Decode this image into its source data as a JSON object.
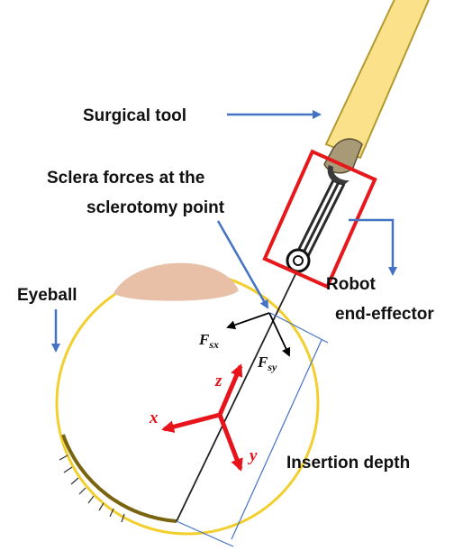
{
  "labels": {
    "surgical_tool": "Surgical tool",
    "sclera_forces_line1": "Sclera forces at the",
    "sclera_forces_line2": "sclerotomy point",
    "eyeball": "Eyeball",
    "robot_line1": "Robot",
    "robot_line2": "end-effector",
    "insertion_depth": "Insertion depth"
  },
  "axes": {
    "x": "x",
    "y": "y",
    "z": "z"
  },
  "forces": {
    "fsx_main": "F",
    "fsx_sub": "sx",
    "fsy_main": "F",
    "fsy_sub": "sy"
  },
  "colors": {
    "axis": "#e8141c",
    "annotation_arrow": "#4472c4",
    "eyeball_outline": "#f2cf2e",
    "lens": "#e8c0a8",
    "tool_body": "#fbe28a",
    "tool_outline": "#b29a2f",
    "end_effector_box": "#e6181b",
    "retina_arc": "#7a6410"
  }
}
